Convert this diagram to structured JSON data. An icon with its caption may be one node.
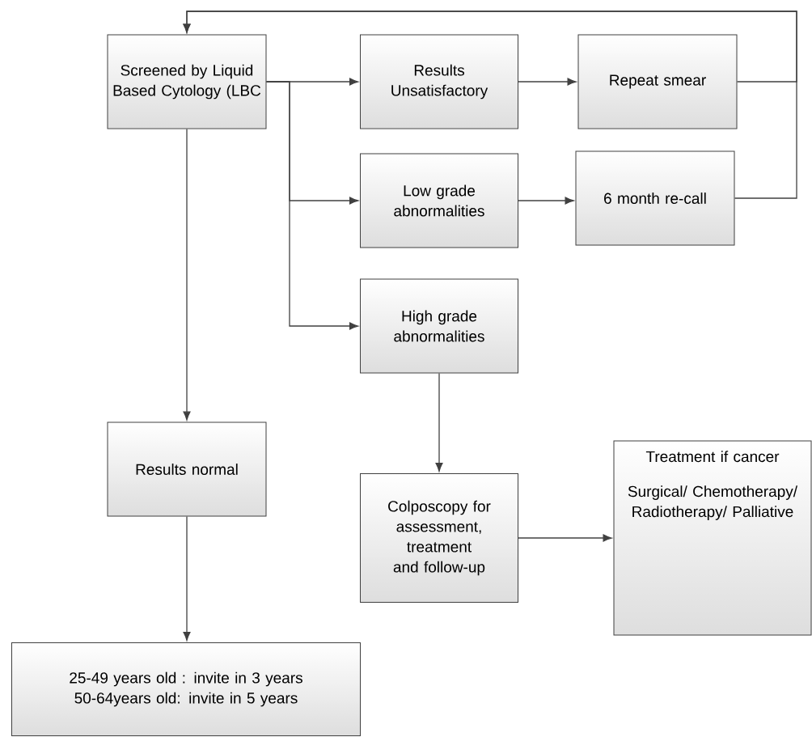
{
  "diagram": {
    "nodes": [
      {
        "text": [
          "Screened by Liquid Based Cytology (LBC"
        ]
      },
      {
        "text": [
          "Results Unsatisfactory"
        ]
      },
      {
        "text": [
          "Repeat smear"
        ]
      },
      {
        "text": [
          "Low grade abnormalities"
        ]
      },
      {
        "text": [
          "6 month re-call"
        ]
      },
      {
        "text": [
          "High grade abnormalities"
        ]
      },
      {
        "text": [
          "Results normal"
        ]
      },
      {
        "text": [
          "Colposcopy for assessment, treatment and follow-up"
        ]
      },
      {
        "text": [
          "Treatment if cancer",
          "Surgical/ Chemotherapy/ Radiotherapy/ Palliative"
        ]
      },
      {
        "text": [
          "25-49 years old : invite in 3 years",
          "50-64years old: invite in 5 years"
        ]
      }
    ],
    "edges": [
      {
        "from": 0,
        "to": 1,
        "arrow": "to"
      },
      {
        "from": 0,
        "to": 3,
        "arrow": "to"
      },
      {
        "from": 0,
        "to": 5,
        "arrow": "to"
      },
      {
        "from": 1,
        "to": 2,
        "arrow": "to"
      },
      {
        "from": 3,
        "to": 4,
        "arrow": "to"
      },
      {
        "from": 2,
        "to": 0,
        "arrow": "to"
      },
      {
        "from": 4,
        "to": 0,
        "arrow": "to"
      },
      {
        "from": 0,
        "to": 6,
        "arrow": "to"
      },
      {
        "from": 6,
        "to": 9,
        "arrow": "to"
      },
      {
        "from": 5,
        "to": 7,
        "arrow": "to"
      },
      {
        "from": 7,
        "to": 8,
        "arrow": "to"
      }
    ]
  }
}
